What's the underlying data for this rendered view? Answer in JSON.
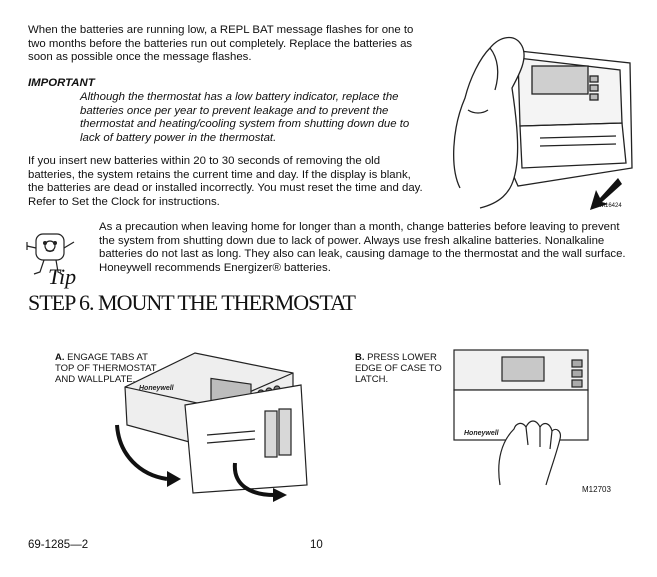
{
  "intro": {
    "p1": "When the batteries are running low, a REPL BAT message flashes for one to two months before the batteries run out completely. Replace the batteries as soon as possible once the message flashes.",
    "important_label": "IMPORTANT",
    "important_text": "Although the thermostat has a low battery indicator, replace the batteries once per year to prevent leakage and to prevent the thermostat and heating/cooling system from shutting down due to lack of battery power in the thermostat.",
    "p2": "If you insert new batteries within 20 to 30 seconds of removing the old batteries, the system retains the current time and day. If the display is blank, the batteries are dead or installed incorrectly. You must reset the time and day. Refer to Set the Clock for instructions."
  },
  "figure_top": {
    "id": "M16424"
  },
  "tip": {
    "label": "Tip",
    "text": "As a precaution when leaving home for longer than a month, change batteries before leaving to prevent the system from shutting down due to lack of power. Always use fresh alkaline batteries. Nonalkaline batteries do not last as long. They also can leak, causing damage to the thermostat and the wall surface. Honeywell recommends Energizer® batteries."
  },
  "step": {
    "title": "STEP 6. MOUNT THE THERMOSTAT"
  },
  "figure_a": {
    "letter": "A.",
    "caption": "ENGAGE TABS AT TOP OF THERMOSTAT AND WALLPLATE.",
    "brand": "Honeywell"
  },
  "figure_b": {
    "letter": "B.",
    "caption": "PRESS LOWER EDGE OF CASE TO LATCH.",
    "brand": "Honeywell",
    "id": "M12703"
  },
  "footer": {
    "doc_number": "69-1285—2",
    "page": "10"
  }
}
